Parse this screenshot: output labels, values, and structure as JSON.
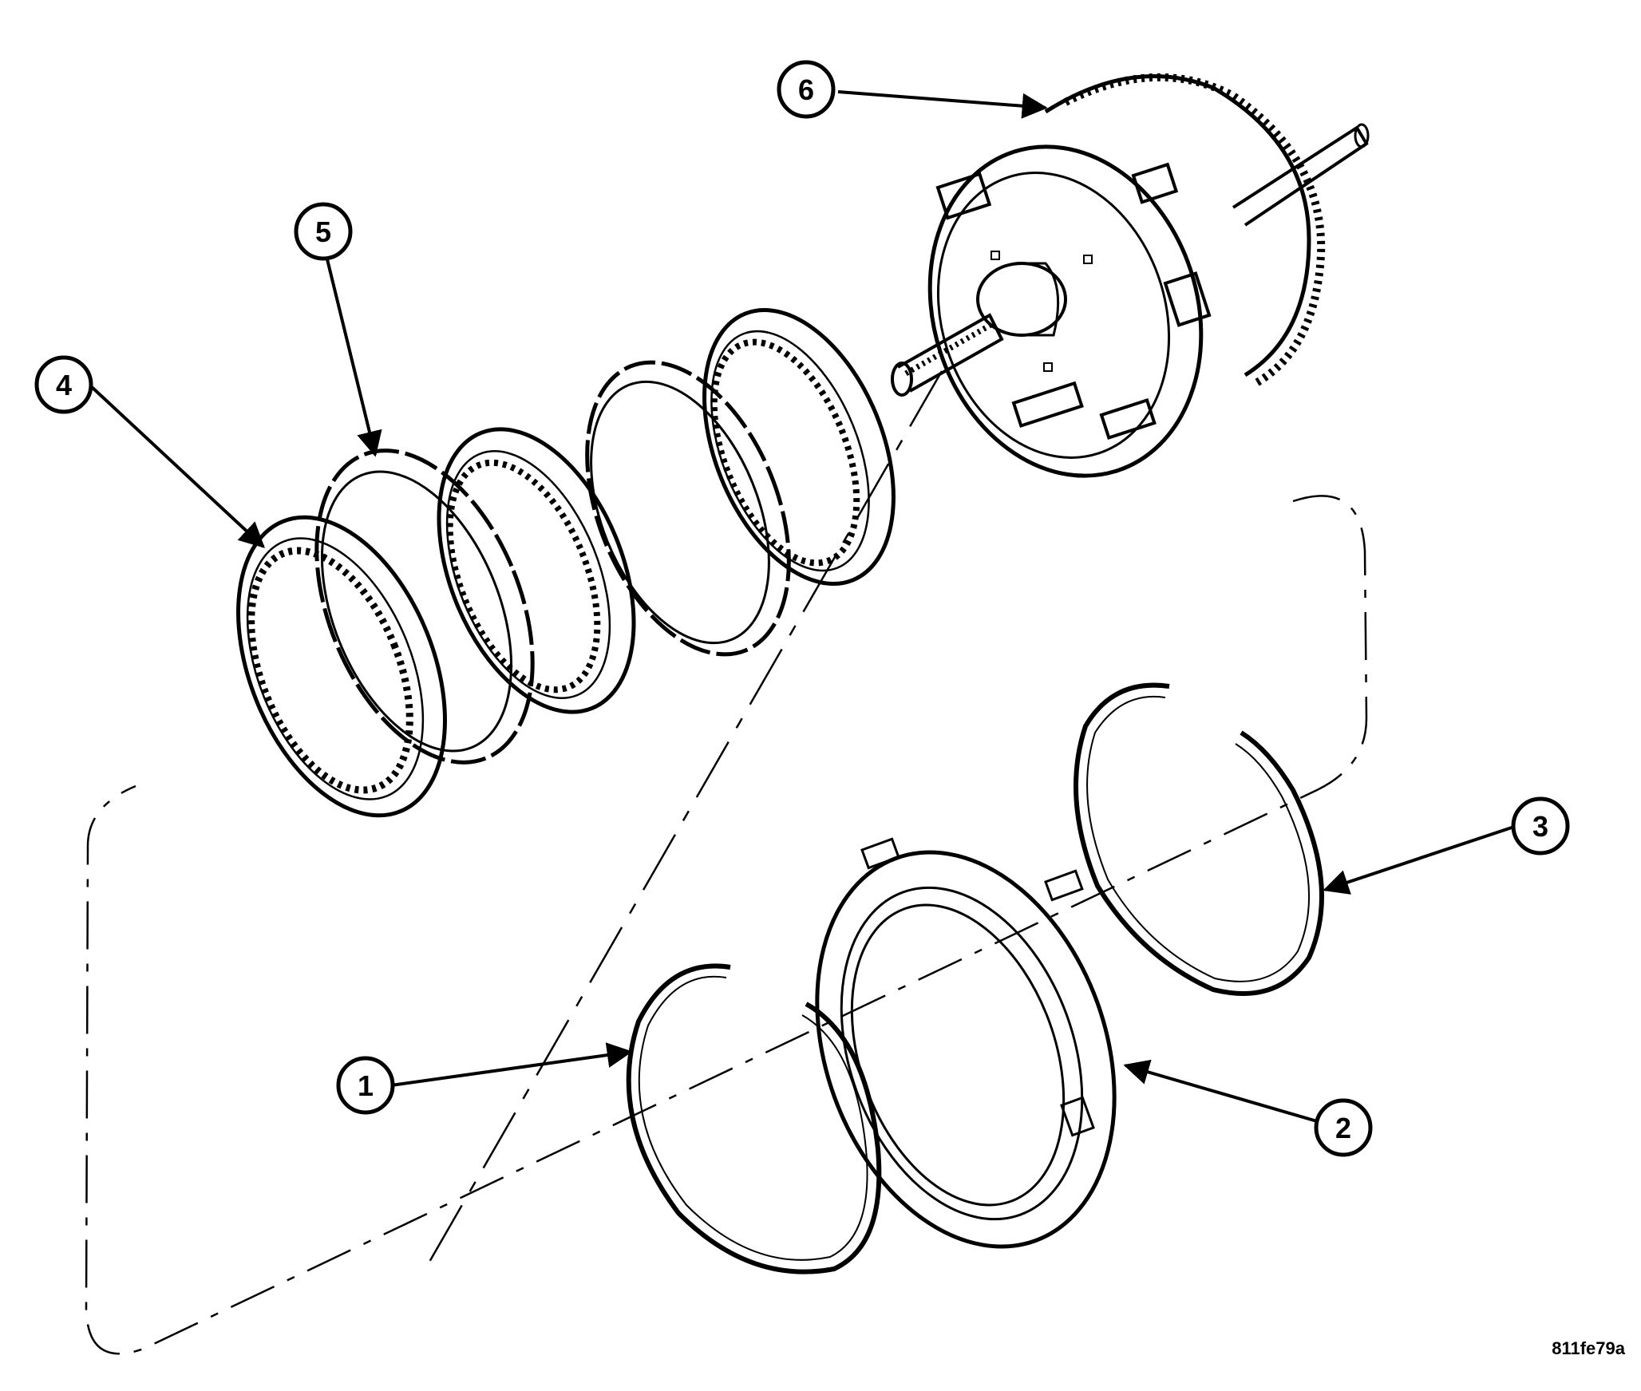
{
  "callouts": [
    {
      "label": "1"
    },
    {
      "label": "2"
    },
    {
      "label": "3"
    },
    {
      "label": "4"
    },
    {
      "label": "5"
    },
    {
      "label": "6"
    }
  ],
  "figure_id": "811fe79a"
}
